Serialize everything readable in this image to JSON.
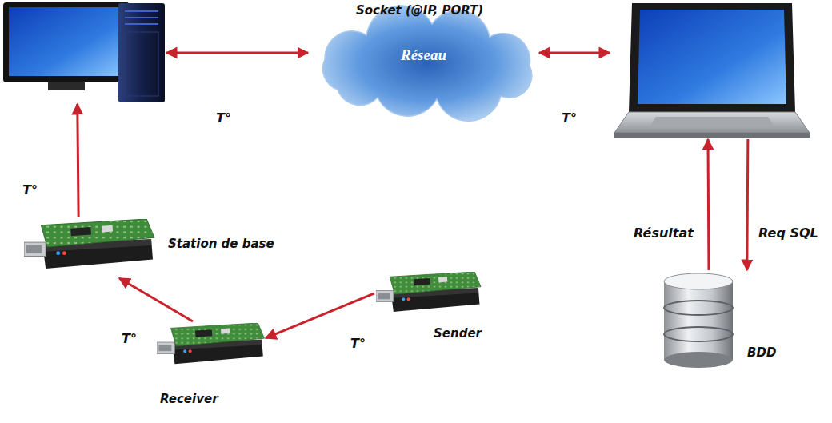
{
  "diagram": {
    "nodes": [
      {
        "text": []
      },
      {
        "text": [
          "Socket (@IP, PORT)",
          "Réseau"
        ]
      },
      {
        "text": []
      },
      {
        "text": [
          "Station de base"
        ]
      },
      {
        "text": [
          "Sender"
        ]
      },
      {
        "text": [
          "Receiver"
        ]
      },
      {
        "text": [
          "BDD"
        ]
      }
    ],
    "edges": [
      {
        "from": 0,
        "to": 1,
        "label": "T°",
        "arrow": "both"
      },
      {
        "from": 1,
        "to": 2,
        "label": "T°",
        "arrow": "both"
      },
      {
        "from": 3,
        "to": 0,
        "label": "T°",
        "arrow": "to"
      },
      {
        "from": 5,
        "to": 3,
        "label": "T°",
        "arrow": "to"
      },
      {
        "from": 4,
        "to": 5,
        "label": "T°",
        "arrow": "to"
      },
      {
        "from": 2,
        "to": 6,
        "label": "Req SQL",
        "arrow": "to"
      },
      {
        "from": 6,
        "to": 2,
        "label": "Résultat",
        "arrow": "to"
      }
    ]
  }
}
